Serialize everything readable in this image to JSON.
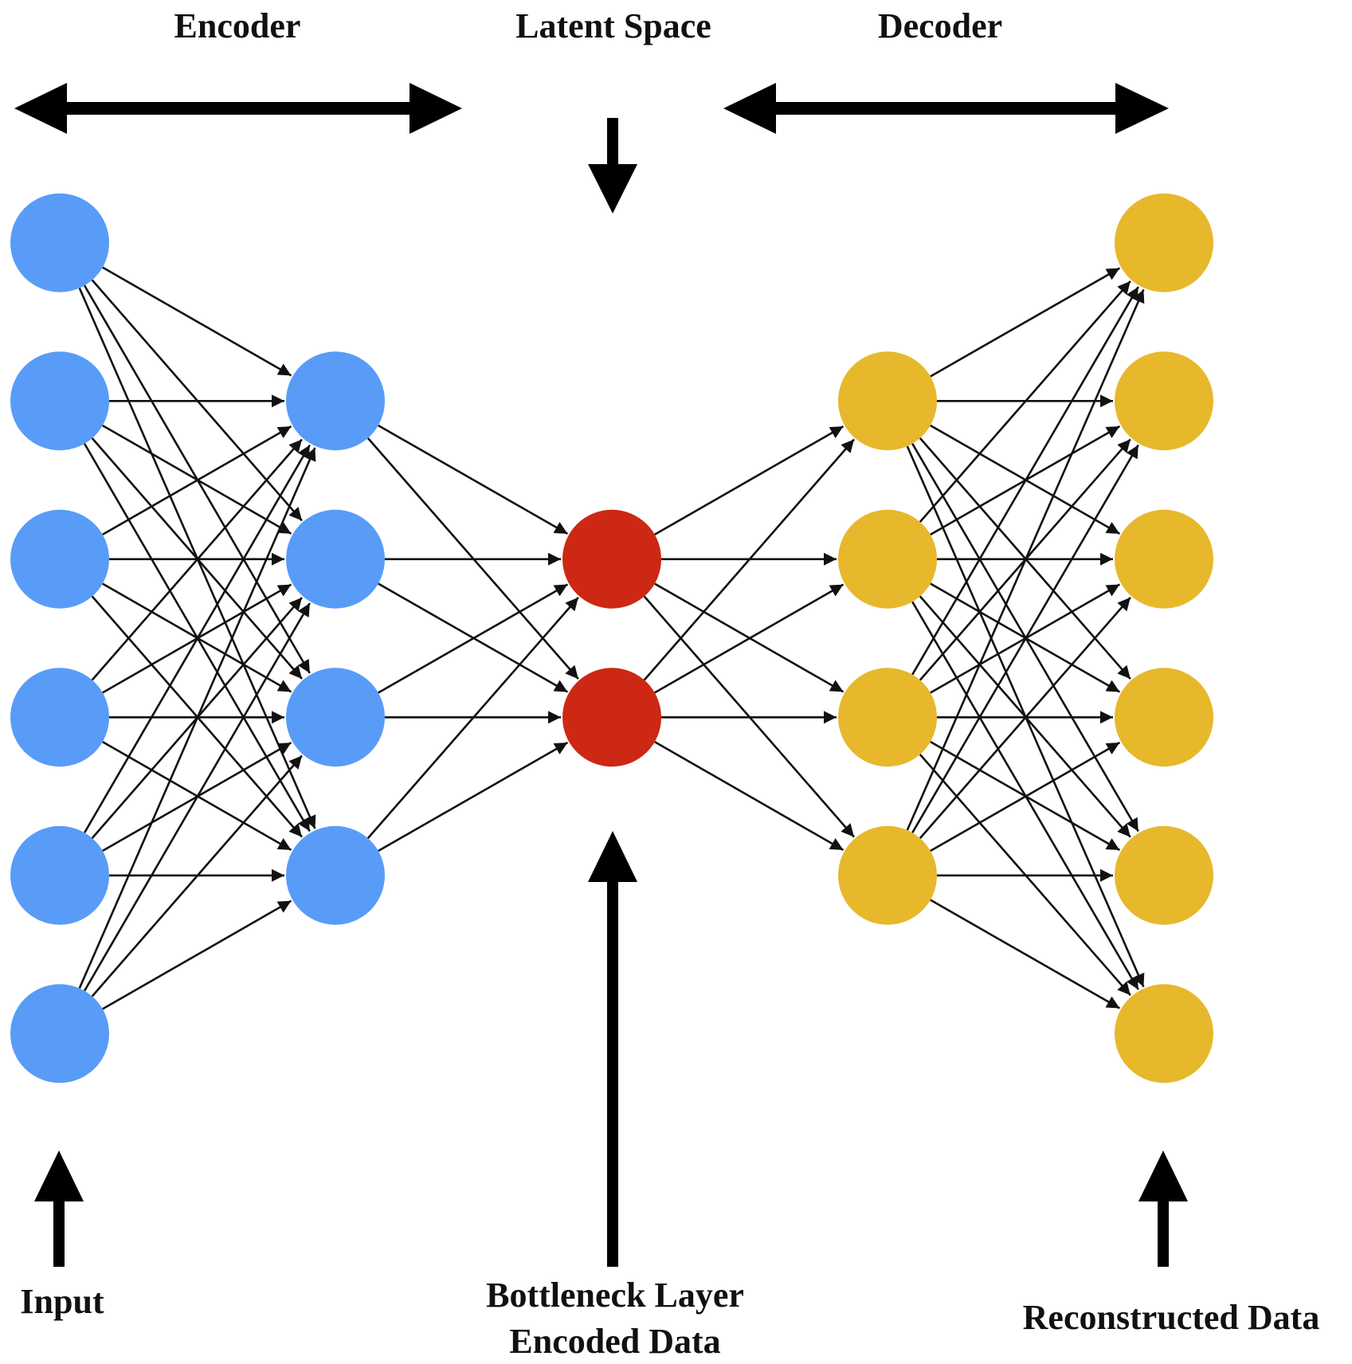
{
  "title": "Autoencoder Architecture",
  "labels": {
    "encoder": "Encoder",
    "latent_space": "Latent Space",
    "decoder": "Decoder",
    "input": "Input",
    "bottleneck_line1": "Bottleneck Layer",
    "bottleneck_line2": "Encoded Data",
    "reconstructed": "Reconstructed Data"
  },
  "colors": {
    "encoder_node": "#589cf8",
    "bottleneck_node": "#cc2814",
    "decoder_node": "#e7b82c",
    "edge": "#111111",
    "arrow": "#000000"
  },
  "network": {
    "layers": [
      {
        "name": "input-layer",
        "role": "encoder",
        "size": 6
      },
      {
        "name": "encoder-hidden-layer",
        "role": "encoder",
        "size": 4
      },
      {
        "name": "bottleneck-layer",
        "role": "bottleneck",
        "size": 2
      },
      {
        "name": "decoder-hidden-layer",
        "role": "decoder",
        "size": 4
      },
      {
        "name": "output-layer",
        "role": "decoder",
        "size": 6
      }
    ],
    "connectivity": "fully-connected",
    "edges_directed": true
  }
}
